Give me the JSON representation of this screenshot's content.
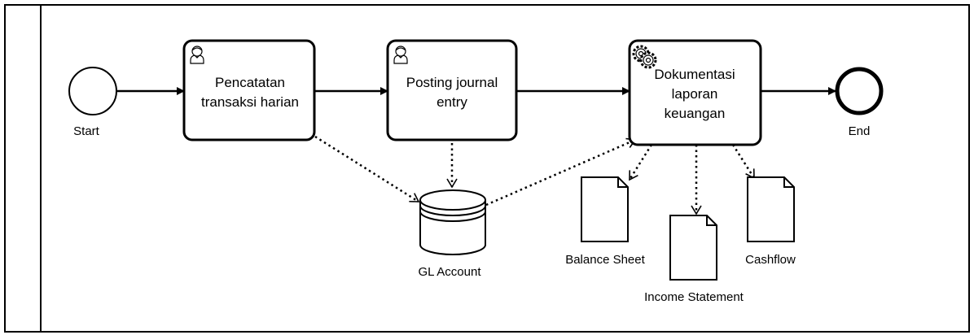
{
  "diagram": {
    "start_event": {
      "label": "Start"
    },
    "end_event": {
      "label": "End"
    },
    "tasks": [
      {
        "type": "user-task",
        "lines": [
          "Pencatatan",
          "transaksi harian"
        ]
      },
      {
        "type": "user-task",
        "lines": [
          "Posting journal",
          "entry"
        ]
      },
      {
        "type": "service-task",
        "lines": [
          "Dokumentasi",
          "laporan",
          "keuangan"
        ]
      }
    ],
    "data_store": {
      "label": "GL Account"
    },
    "data_objects": [
      {
        "label": "Balance Sheet"
      },
      {
        "label": "Income Statement"
      },
      {
        "label": "Cashflow"
      }
    ]
  }
}
